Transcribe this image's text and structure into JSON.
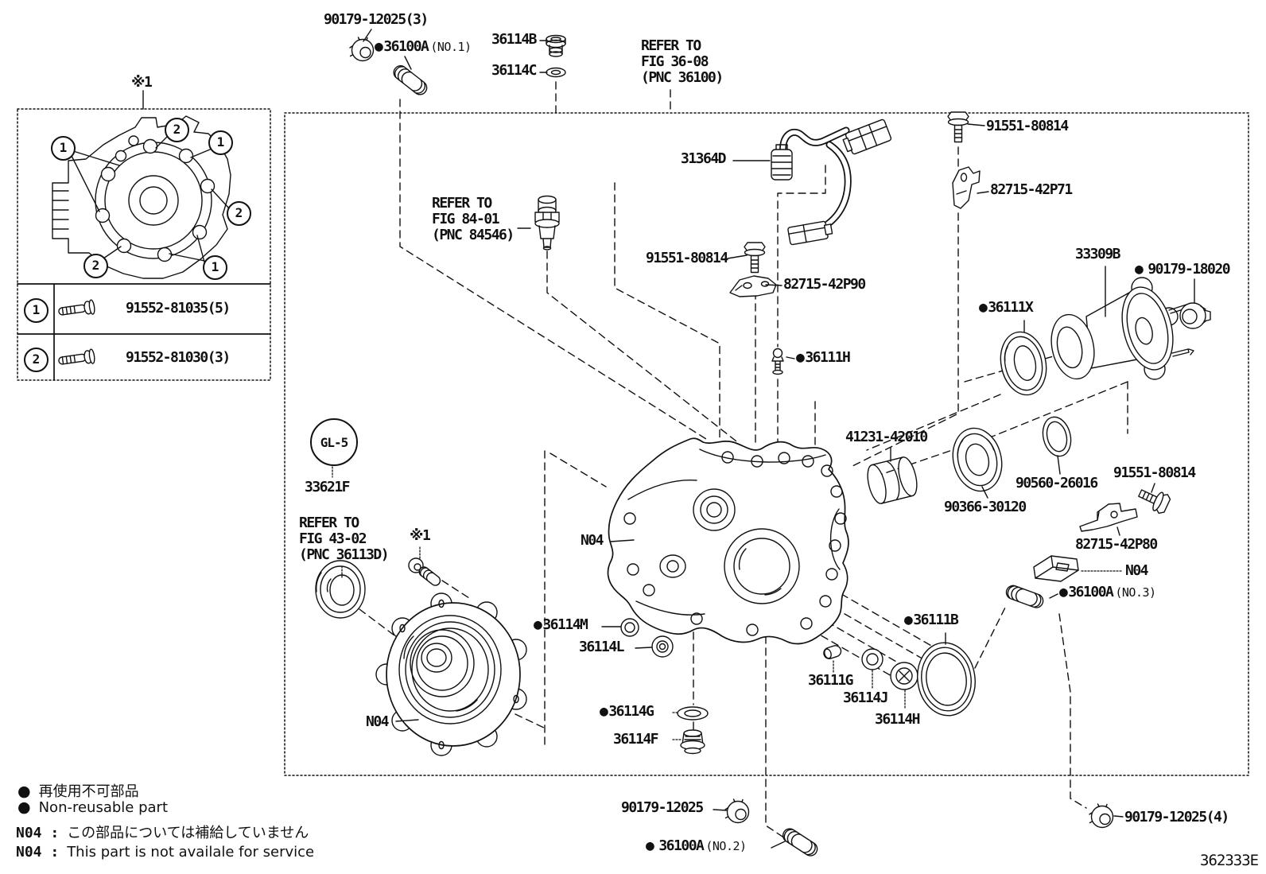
{
  "diagram_id": "362333E",
  "legend": {
    "marker": "※1",
    "callouts": [
      "1",
      "2",
      "1",
      "2",
      "2",
      "1"
    ],
    "rows": [
      {
        "num": "1",
        "part": "91552-81035(5)"
      },
      {
        "num": "2",
        "part": "91552-81030(3)"
      }
    ]
  },
  "refs": [
    {
      "lines": [
        "REFER TO",
        "FIG 36-08",
        "(PNC 36100)"
      ]
    },
    {
      "lines": [
        "REFER TO",
        "FIG 84-01",
        "(PNC 84546)"
      ]
    },
    {
      "lines": [
        "REFER TO",
        "FIG 43-02",
        "(PNC 36113D)"
      ]
    }
  ],
  "labels": {
    "nut_top": {
      "text": "90179-12025(3)"
    },
    "stud_no1": {
      "bullet": "●",
      "text": "36100A",
      "suffix": "(NO.1)"
    },
    "plug_36114b": {
      "text": "36114B"
    },
    "gasket_36114c": {
      "text": "36114C"
    },
    "harness_31364d": {
      "text": "31364D"
    },
    "bolt_91551_top": {
      "text": "91551-80814"
    },
    "bracket_42p71": {
      "text": "82715-42P71"
    },
    "bolt_91551_mid": {
      "text": "91551-80814"
    },
    "bracket_42p90": {
      "text": "82715-42P90"
    },
    "flange_33309b": {
      "text": "33309B"
    },
    "nut_18020": {
      "bullet": "●",
      "text": "90179-18020"
    },
    "seal_36111x": {
      "bullet": "●",
      "text": "36111X"
    },
    "nipple_36111h": {
      "bullet": "●",
      "text": "36111H"
    },
    "spacer_41231": {
      "text": "41231-42010"
    },
    "washer_90560": {
      "text": "90560-26016"
    },
    "bearing_90366": {
      "text": "90366-30120"
    },
    "bolt_91551_right": {
      "text": "91551-80814"
    },
    "bracket_42p80": {
      "text": "82715-42P80"
    },
    "n04_breather": {
      "text": "N04"
    },
    "stud_no3": {
      "bullet": "●",
      "text": "36100A",
      "suffix": "(NO.3)"
    },
    "gl5": {
      "text": "GL-5"
    },
    "oil_33621f": {
      "text": "33621F"
    },
    "star1_mid": {
      "text": "※1"
    },
    "n04_housing": {
      "text": "N04"
    },
    "oring_36114m": {
      "bullet": "●",
      "text": "36114M"
    },
    "ring_36114l": {
      "text": "36114L"
    },
    "pin_36111g": {
      "text": "36111G"
    },
    "ring_36114j": {
      "text": "36114J"
    },
    "plug_36114h": {
      "text": "36114H"
    },
    "seal_36111b": {
      "bullet": "●",
      "text": "36111B"
    },
    "n04_cover": {
      "text": "N04"
    },
    "gasket_36114g": {
      "bullet": "●",
      "text": "36114G"
    },
    "plug_36114f": {
      "text": "36114F"
    },
    "nut_bottom": {
      "text": "90179-12025"
    },
    "stud_no2": {
      "bullet": "●",
      "text": "36100A",
      "suffix": "(NO.2)"
    },
    "nut_bottom_right": {
      "text": "90179-12025(4)"
    }
  },
  "notes": [
    {
      "marker": "●",
      "text": "再使用不可部品"
    },
    {
      "marker": "●",
      "text": "Non-reusable part"
    },
    {
      "marker": "N04 :",
      "text": "この部品については補給していません"
    },
    {
      "marker": "N04 :",
      "text": "This part is not availale for service"
    }
  ]
}
